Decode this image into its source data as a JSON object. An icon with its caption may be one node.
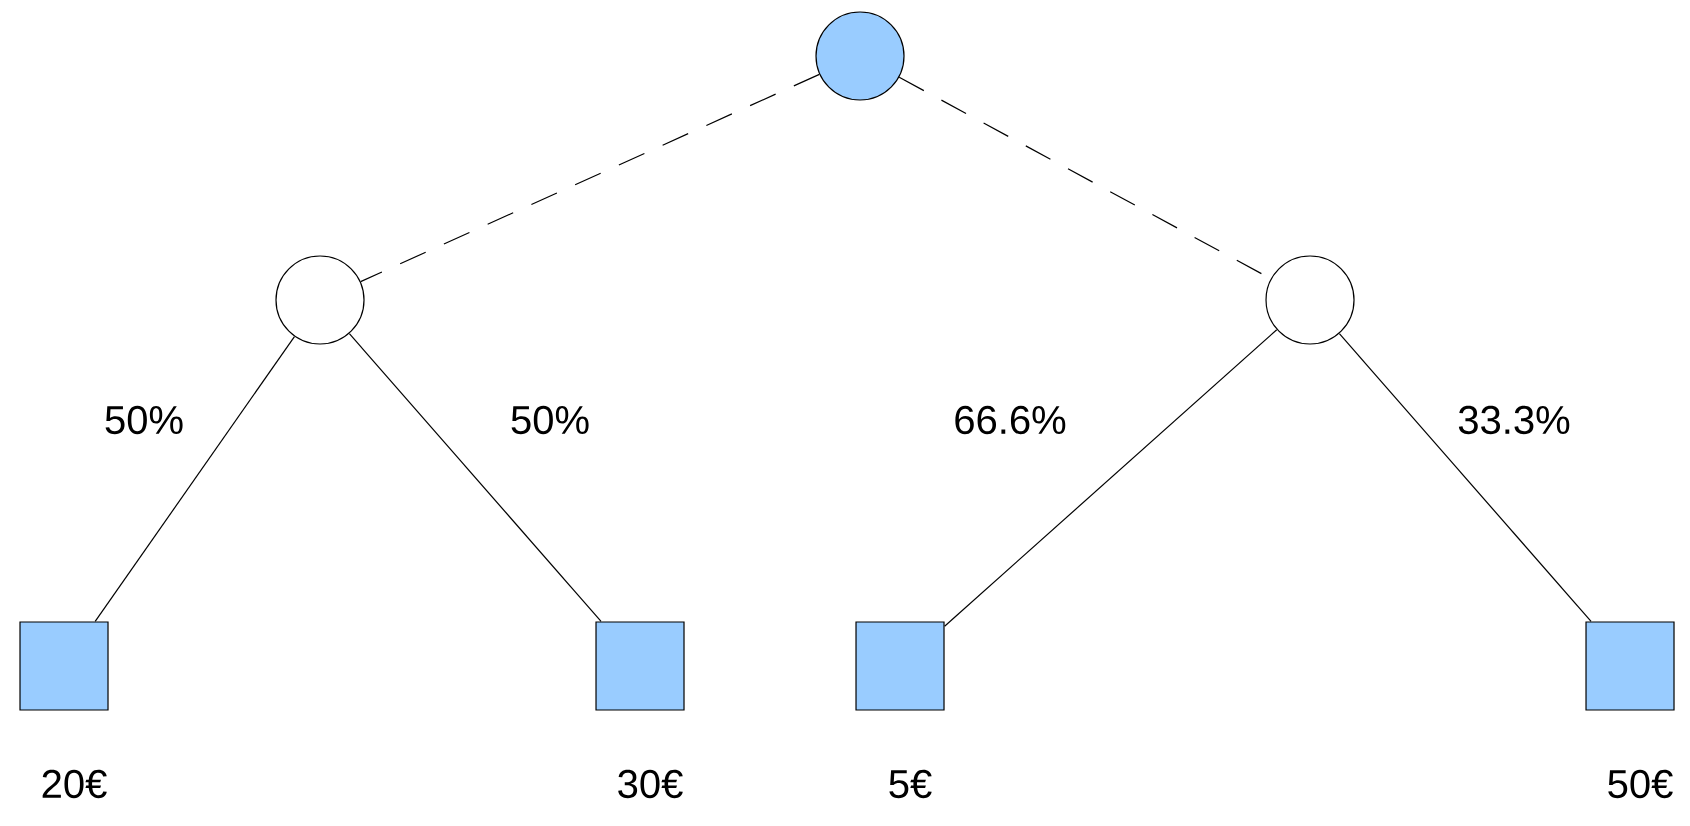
{
  "diagram": {
    "nodes": [
      {
        "text": [],
        "shape": "circle"
      },
      {
        "text": [],
        "shape": "circle"
      },
      {
        "text": [],
        "shape": "circle"
      },
      {
        "text": [],
        "shape": "box",
        "beside": [
          "20€"
        ]
      },
      {
        "text": [],
        "shape": "box",
        "beside": [
          "30€"
        ]
      },
      {
        "text": [],
        "shape": "box",
        "beside": [
          "5€"
        ]
      },
      {
        "text": [],
        "shape": "box",
        "beside": [
          "50€"
        ]
      }
    ],
    "edges": [
      {
        "from": 0,
        "to": 1,
        "arrow": "none",
        "style": "dashed"
      },
      {
        "from": 0,
        "to": 2,
        "arrow": "none",
        "style": "dashed"
      },
      {
        "from": 1,
        "to": 3,
        "arrow": "none",
        "label": "50%"
      },
      {
        "from": 1,
        "to": 4,
        "arrow": "none",
        "label": "50%"
      },
      {
        "from": 2,
        "to": 5,
        "arrow": "none",
        "label": "66.6%"
      },
      {
        "from": 2,
        "to": 6,
        "arrow": "none",
        "label": "33.3%"
      }
    ]
  }
}
